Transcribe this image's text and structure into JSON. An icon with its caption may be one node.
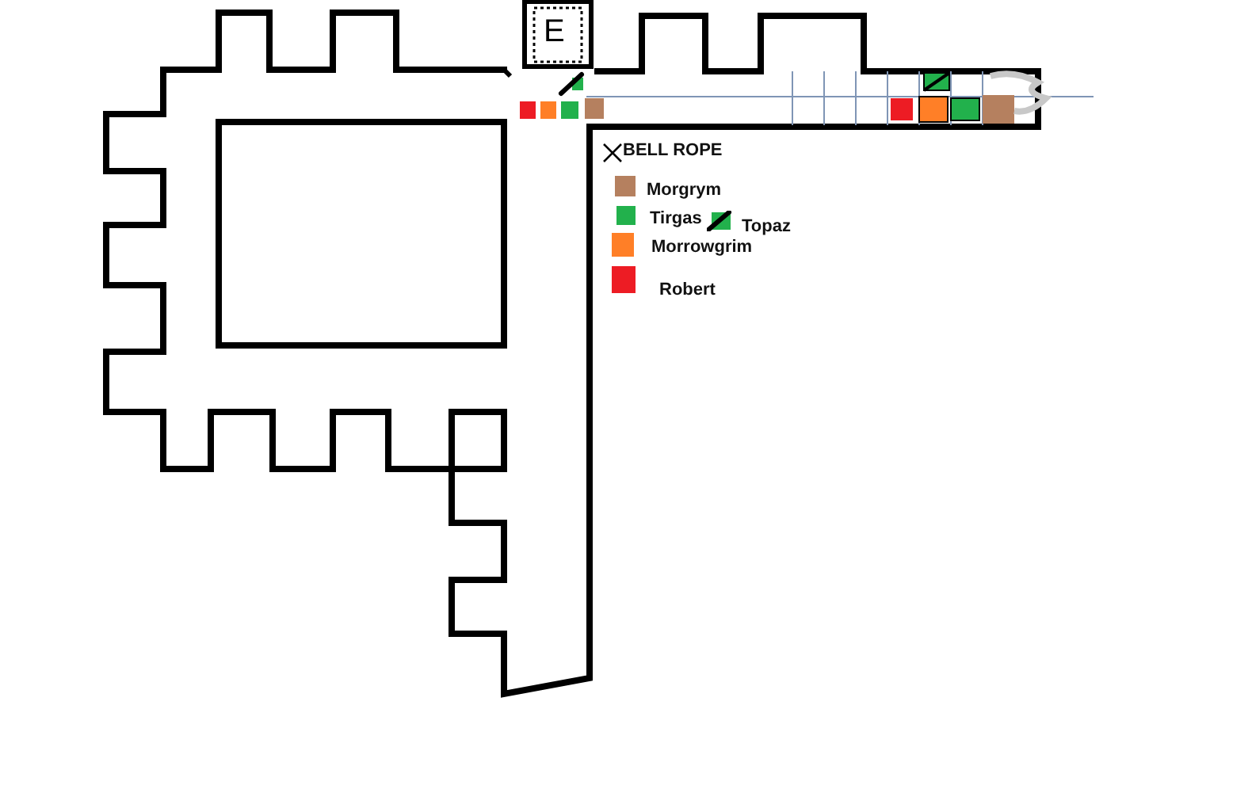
{
  "diagram": {
    "labels": [
      "E"
    ],
    "legend": [
      {
        "text": "BELL ROPE"
      },
      {
        "text": "Morgrym",
        "color": "#b5805f"
      },
      {
        "text": "Tirgas",
        "color": "#22b14c"
      },
      {
        "text": "Topaz"
      },
      {
        "text": "Morrowgrim",
        "color": "#ff7f27"
      },
      {
        "text": "Robert",
        "color": "#ed1c24"
      }
    ]
  }
}
